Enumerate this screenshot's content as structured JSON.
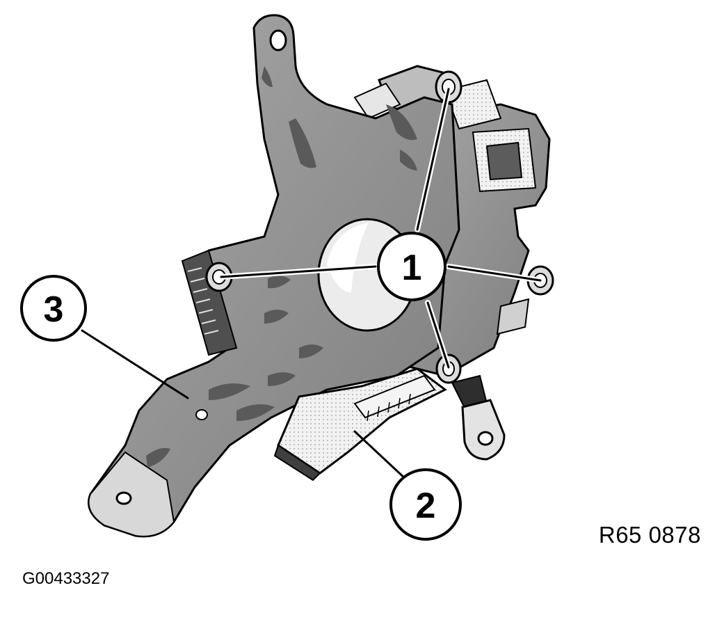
{
  "diagram": {
    "callouts": [
      {
        "id": "1",
        "label": "1"
      },
      {
        "id": "2",
        "label": "2"
      },
      {
        "id": "3",
        "label": "3"
      }
    ],
    "reference_code": "R65 0878",
    "figure_id": "G00433327"
  },
  "colors": {
    "bracket": "#8f8f8f",
    "bracket_dark": "#5f5f5f",
    "bracket_light": "#d2d2d2",
    "connector": "#efefef",
    "outline": "#000000"
  }
}
